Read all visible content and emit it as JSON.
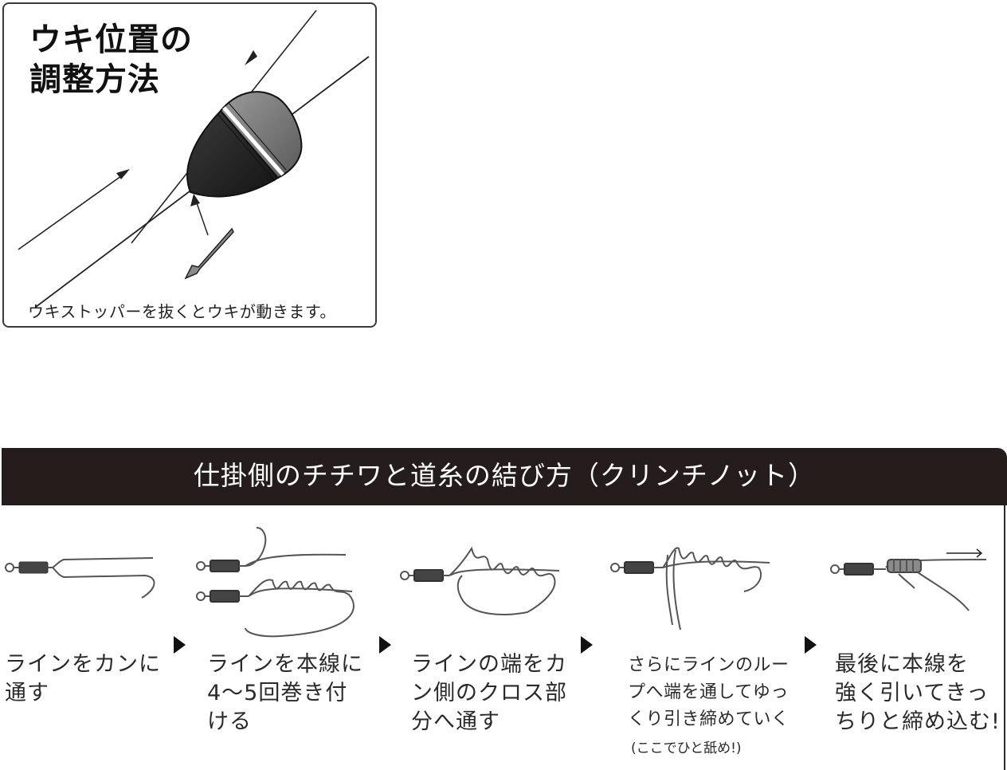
{
  "float_panel": {
    "title_line1": "ウキ位置の",
    "title_line2": "調整方法",
    "caption": "ウキストッパーを抜くとウキが動きます。",
    "icons": [
      "float-icon",
      "stopper-icon",
      "arrow-icon"
    ]
  },
  "knot_panel": {
    "title": "仕掛側のチチワと道糸の結び方（クリンチノット）",
    "header_color": "#241d1c",
    "steps": [
      {
        "lines": [
          "ラインをカンに",
          "通す"
        ]
      },
      {
        "lines": [
          "ラインを本線に",
          "4〜5回巻き付",
          "ける"
        ]
      },
      {
        "lines": [
          "ラインの端をカ",
          "ン側のクロス部",
          "分へ通す"
        ]
      },
      {
        "lines": [
          "さらにラインのルー",
          "プへ端を通してゆっ",
          "くり引き締めていく"
        ],
        "note": "(ここでひと舐め!)"
      },
      {
        "lines": [
          "最後に本線を",
          "強く引いてきっ",
          "ちりと締め込む!"
        ]
      }
    ],
    "step_arrow_icon": "triangle-right-icon"
  }
}
